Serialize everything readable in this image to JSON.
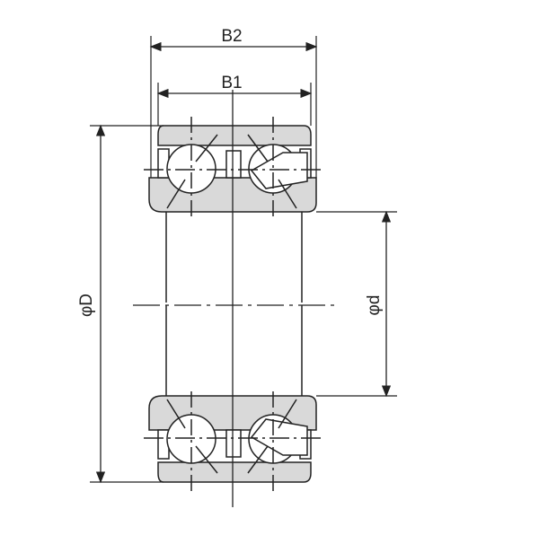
{
  "diagram": {
    "labels": {
      "b2": "B2",
      "b1": "B1",
      "outer_diameter": "φD",
      "inner_diameter": "φd"
    },
    "colors": {
      "line": "#222222",
      "ring_fill": "#d9d9d9"
    }
  }
}
